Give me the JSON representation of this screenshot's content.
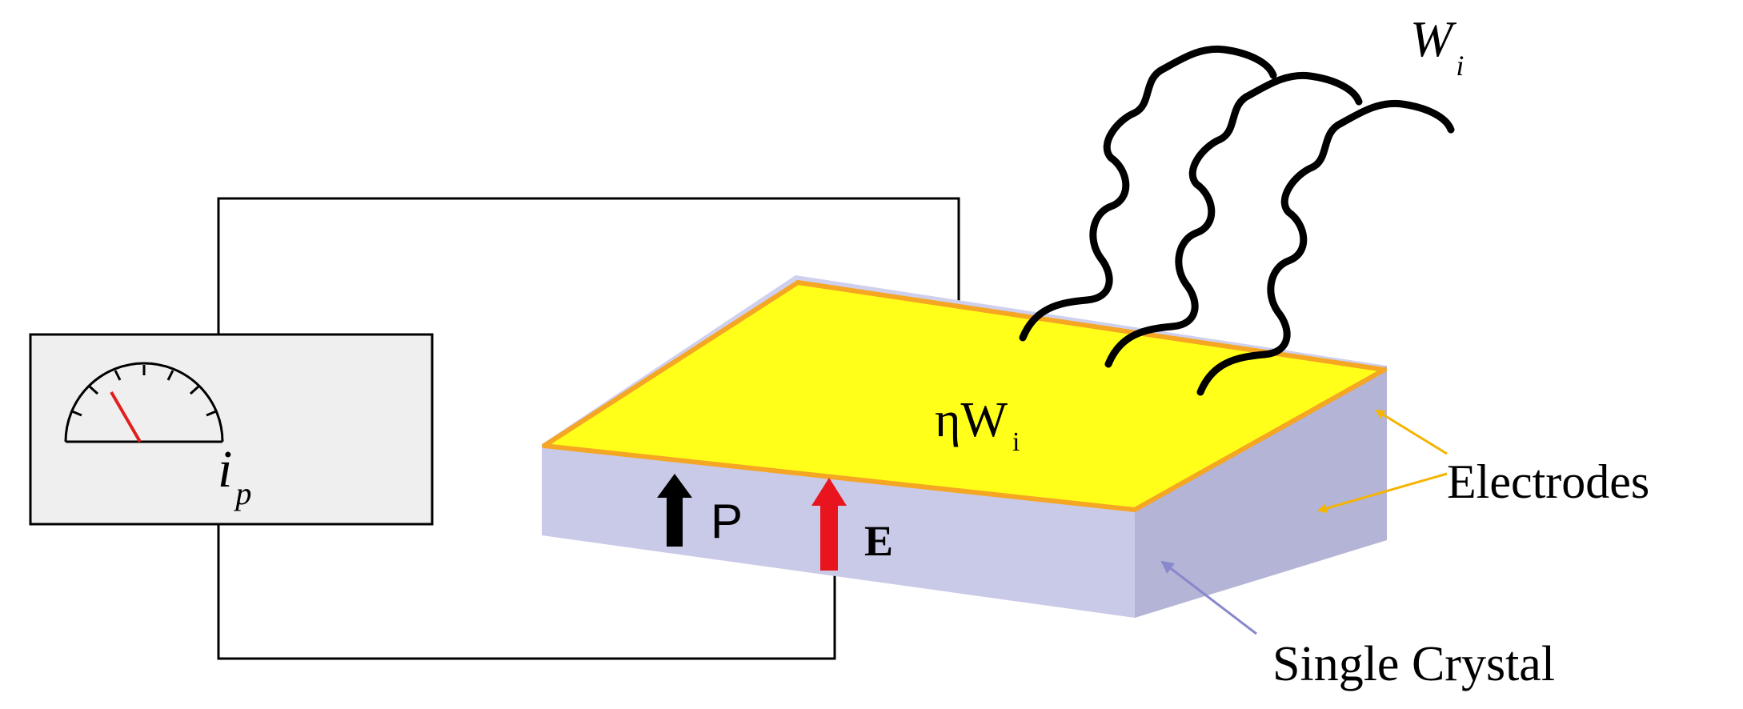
{
  "labels": {
    "incident_symbol": "W",
    "incident_sub": "i",
    "absorbed_eta": "η",
    "absorbed_symbol": "W",
    "absorbed_sub": "i",
    "current_symbol": "i",
    "current_sub": "p",
    "polarization": "P",
    "field": "E",
    "electrodes": "Electrodes",
    "crystal": "Single Crystal"
  },
  "colors": {
    "electrode_top": "#ffff1a",
    "electrode_edge": "#f5a623",
    "crystal_front": "#c9c9e8",
    "crystal_side": "#b4b4d6",
    "meter_fill": "#efefef",
    "needle": "#e02020",
    "field_arrow": "#e8141e",
    "polarization_arrow": "#000000",
    "electrode_pointer": "#f5b400",
    "crystal_pointer": "#8888cc",
    "wire": "#000000"
  },
  "icons": {
    "meter": "ammeter-gauge-icon",
    "radiation": "wavy-radiation-icon"
  }
}
